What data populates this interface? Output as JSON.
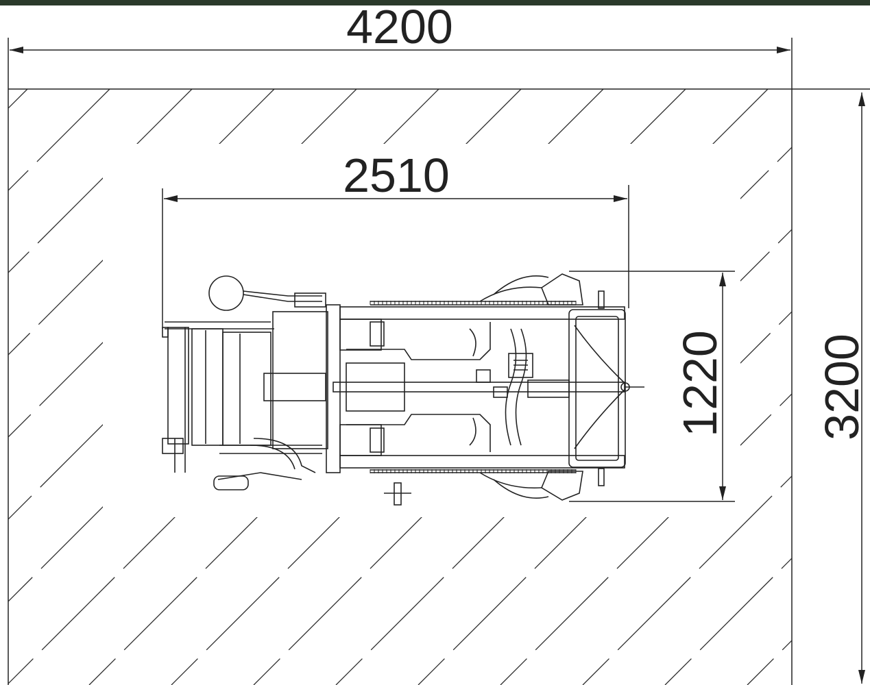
{
  "dimensions": {
    "overall_width": "4200",
    "overall_length": "3200",
    "machine_length": "2510",
    "machine_width": "1220"
  },
  "colors": {
    "line": "#222222",
    "hatch": "#2a2a2a",
    "top_bar": "#2b3a2b",
    "background": "#ffffff"
  }
}
